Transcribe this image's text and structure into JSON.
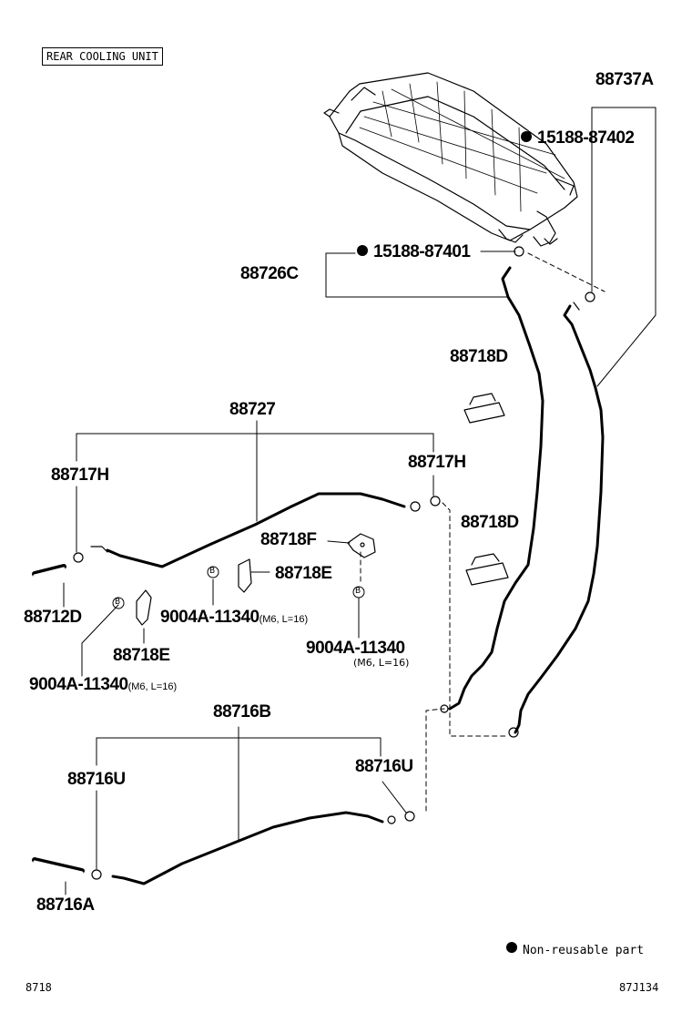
{
  "header": {
    "section_title": "REAR COOLING UNIT"
  },
  "parts": {
    "p88737A": "88737A",
    "p15188_87402": "15188-87402",
    "p15188_87401": "15188-87401",
    "p88726C": "88726C",
    "p88718D_a": "88718D",
    "p88718D_b": "88718D",
    "p88727": "88727",
    "p88717H_left": "88717H",
    "p88717H_right": "88717H",
    "p88718F": "88718F",
    "p88718E_a": "88718E",
    "p88718E_b": "88718E",
    "p88712D": "88712D",
    "p9004A_a": "9004A-11340",
    "p9004A_b": "9004A-11340",
    "p9004A_c": "9004A-11340",
    "p88716B": "88716B",
    "p88716U_left": "88716U",
    "p88716U_right": "88716U",
    "p88716A": "88716A"
  },
  "specs": {
    "spec_a": "(M6, L=16)",
    "spec_b": "(M6, L=16)",
    "spec_c": "(M6, L=16)"
  },
  "callout_letter": "B",
  "legend": {
    "non_reusable": "Non-reusable part"
  },
  "footer": {
    "page_code": "8718",
    "drawing_code": "87J134"
  }
}
